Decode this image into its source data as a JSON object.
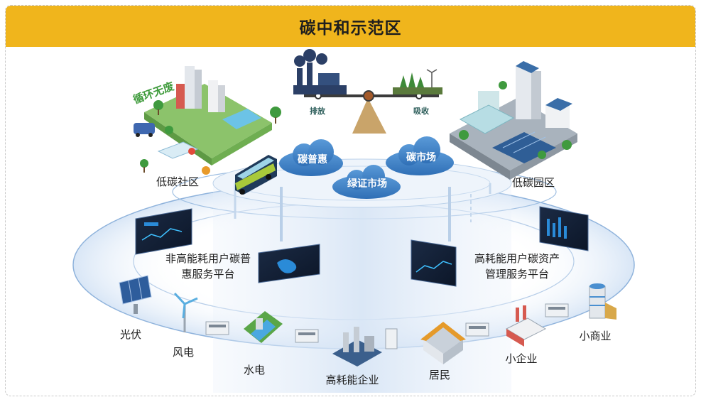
{
  "header": {
    "title": "碳中和示范区"
  },
  "balance": {
    "left_label": "排放",
    "right_label": "吸收"
  },
  "clouds": {
    "left": "碳普惠",
    "right": "碳市场",
    "center": "绿证市场"
  },
  "districts": {
    "community": "低碳社区",
    "community_tag": "循环无废",
    "park": "低碳园区"
  },
  "platforms": {
    "left_line1": "非高能耗用户碳普",
    "left_line2": "惠服务平台",
    "right_line1": "高耗能用户碳资产",
    "right_line2": "管理服务平台"
  },
  "ring_items": [
    {
      "label": "光伏"
    },
    {
      "label": "风电"
    },
    {
      "label": "水电"
    },
    {
      "label": "高耗能企业"
    },
    {
      "label": "居民"
    },
    {
      "label": "小企业"
    },
    {
      "label": "小商业"
    }
  ],
  "colors": {
    "header": "#f0b51c",
    "cloud": "#3d7fc4",
    "ring": "#8fb3dc",
    "cylinder": "#dbe8f6",
    "green": "#4aa845"
  }
}
